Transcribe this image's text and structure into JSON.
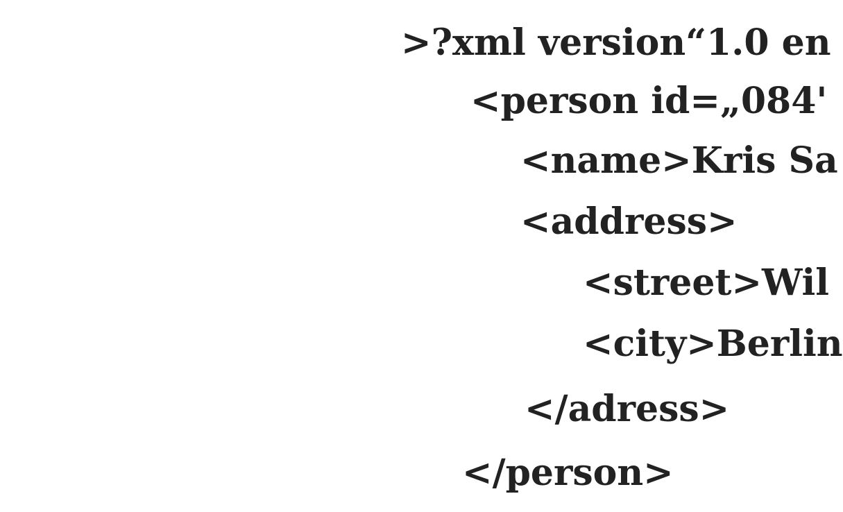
{
  "code_lines": [
    ">?xml version“1.0 en",
    "<person id=„084'",
    "<name>Kris Sa",
    "<address>",
    "<street>Wil",
    "<city>Berlin",
    "</adress>",
    "</person>"
  ],
  "colors": {
    "text": "#222222",
    "background": "#ffffff"
  }
}
